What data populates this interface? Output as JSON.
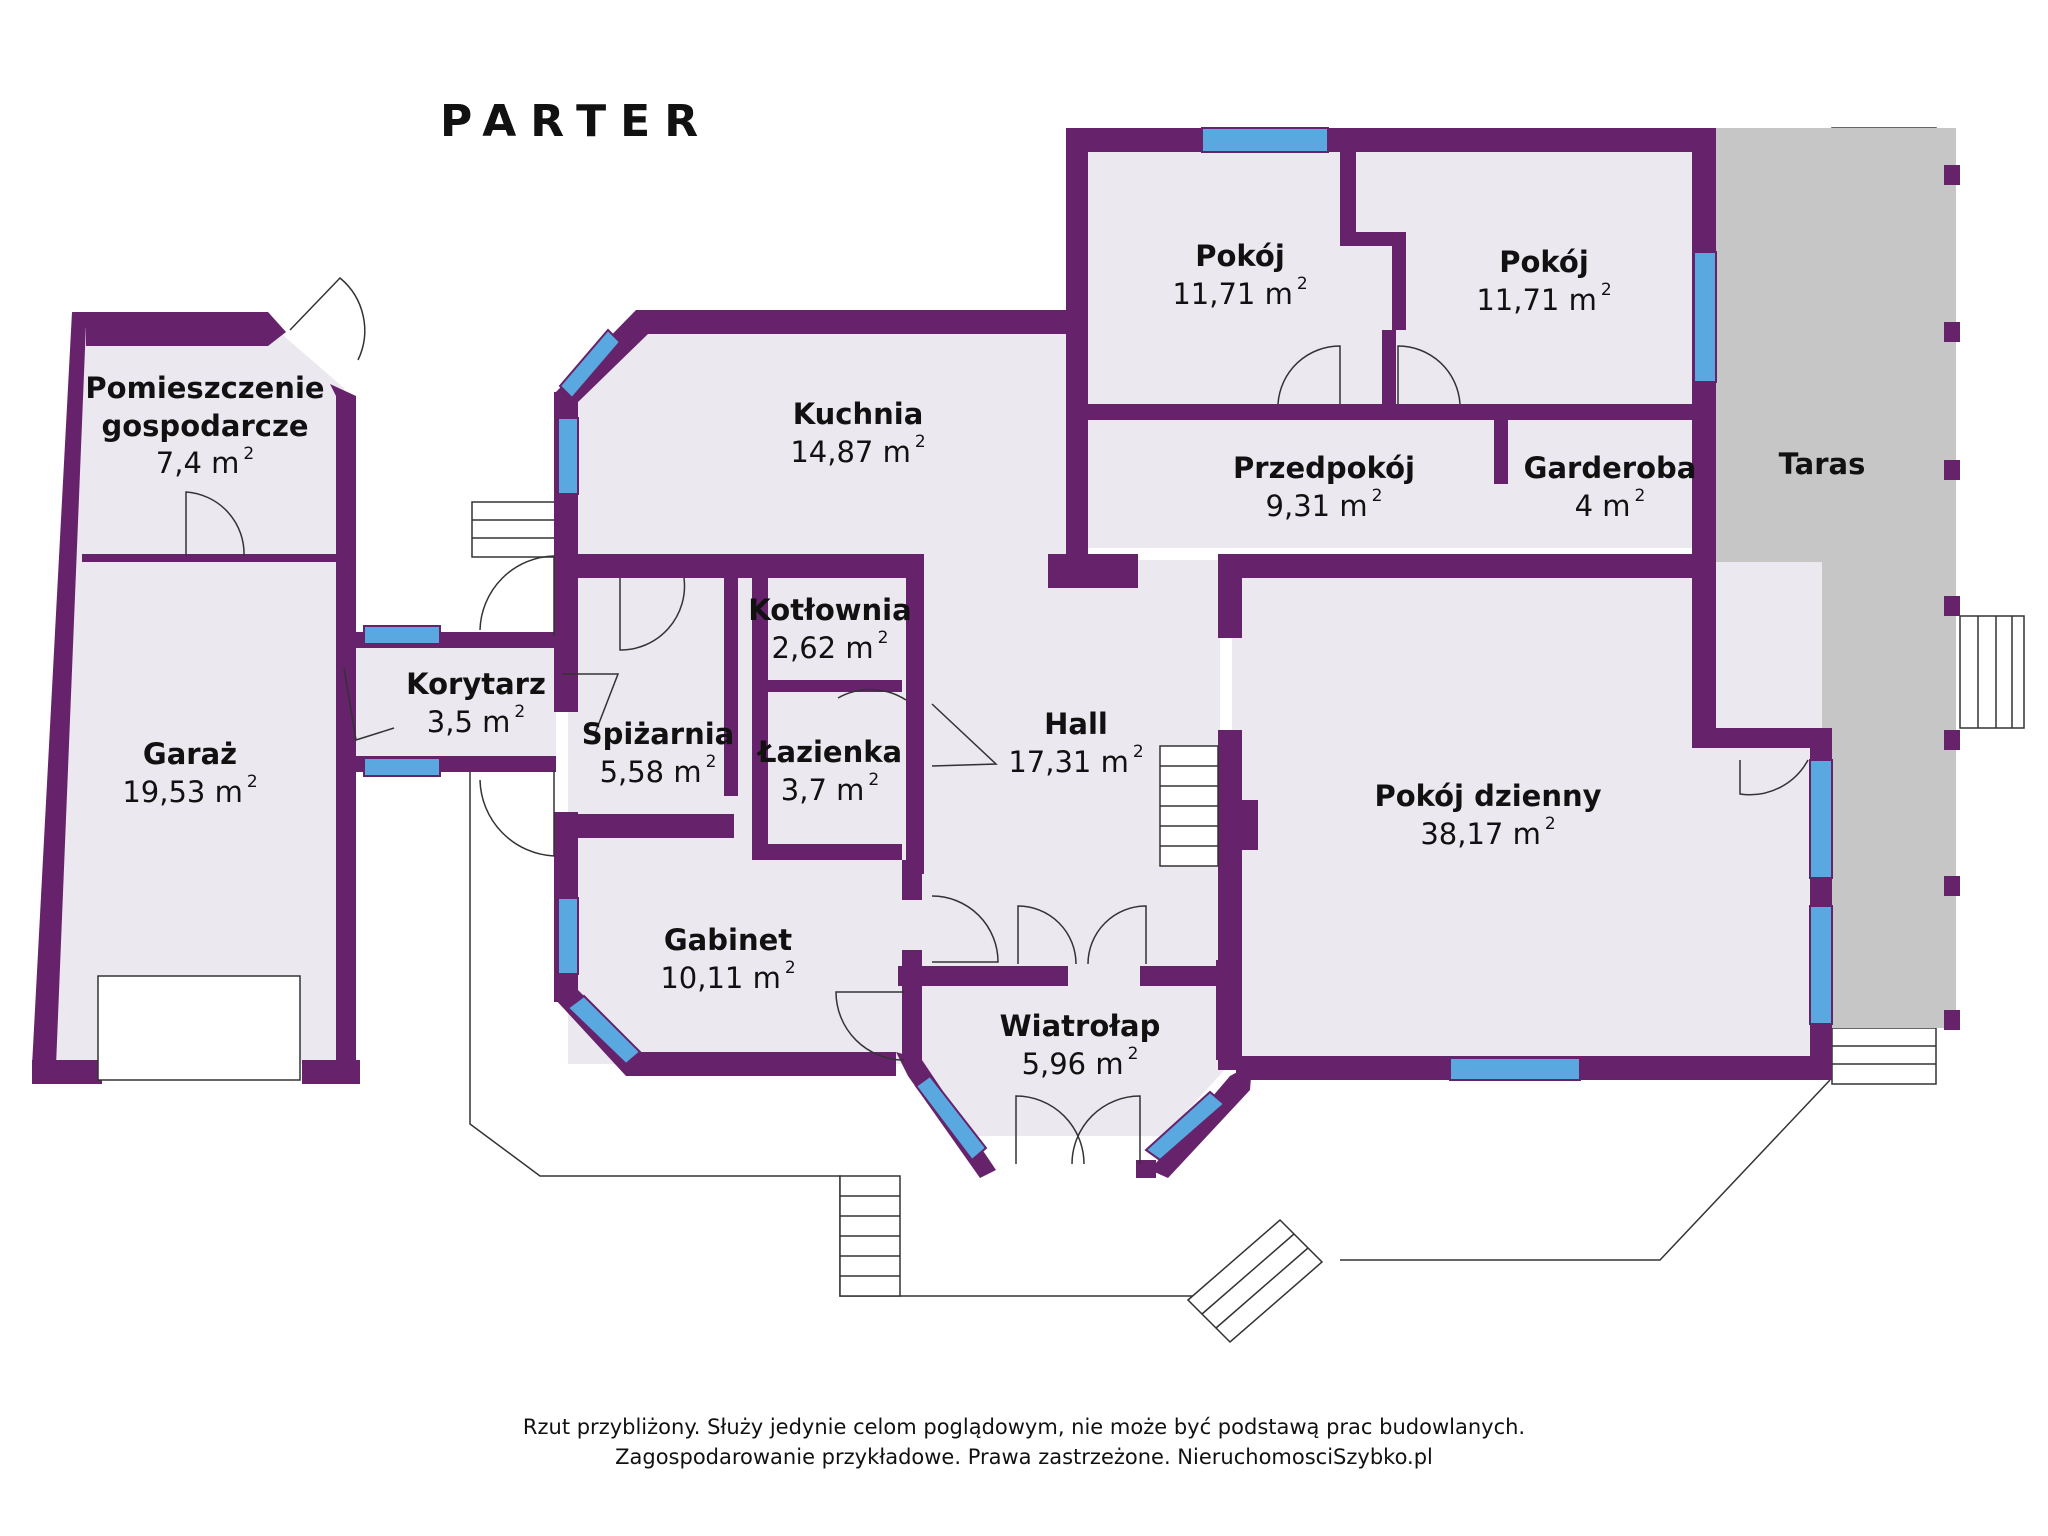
{
  "title": "PARTER",
  "rooms": {
    "pomieszczenie": {
      "name_line1": "Pomieszczenie",
      "name_line2": "gospodarcze",
      "area": "7,4 m",
      "unit_sup": "2"
    },
    "garaz": {
      "name": "Garaż",
      "area": "19,53 m",
      "unit_sup": "2"
    },
    "korytarz": {
      "name": "Korytarz",
      "area": "3,5 m",
      "unit_sup": "2"
    },
    "kuchnia": {
      "name": "Kuchnia",
      "area": "14,87 m",
      "unit_sup": "2"
    },
    "pokoj1": {
      "name": "Pokój",
      "area": "11,71 m",
      "unit_sup": "2"
    },
    "pokoj2": {
      "name": "Pokój",
      "area": "11,71 m",
      "unit_sup": "2"
    },
    "przedpokoj": {
      "name": "Przedpokój",
      "area": "9,31 m",
      "unit_sup": "2"
    },
    "garderoba": {
      "name": "Garderoba",
      "area": "4 m",
      "unit_sup": "2"
    },
    "taras": {
      "name": "Taras"
    },
    "kotlownia": {
      "name": "Kotłownia",
      "area": "2,62 m",
      "unit_sup": "2"
    },
    "spizarnia": {
      "name": "Spiżarnia",
      "area": "5,58 m",
      "unit_sup": "2"
    },
    "lazienka": {
      "name": "Łazienka",
      "area": "3,7 m",
      "unit_sup": "2"
    },
    "hall": {
      "name": "Hall",
      "area": "17,31 m",
      "unit_sup": "2"
    },
    "pokoj_dzienny": {
      "name": "Pokój dzienny",
      "area": "38,17 m",
      "unit_sup": "2"
    },
    "gabinet": {
      "name": "Gabinet",
      "area": "10,11 m",
      "unit_sup": "2"
    },
    "wiatrolap": {
      "name": "Wiatrołap",
      "area": "5,96 m",
      "unit_sup": "2"
    }
  },
  "disclaimer": {
    "line1": "Rzut przybliżony. Służy jedynie celom poglądowym, nie może być podstawą prac budowlanych.",
    "line2": "Zagospodarowanie przykładowe. Prawa zastrzeżone. NieruchomosciSzybko.pl"
  },
  "colors": {
    "wall": "#66226b",
    "floor": "#ece8f0",
    "window": "#5aa8e0",
    "terrace": "#c6c6c6"
  }
}
